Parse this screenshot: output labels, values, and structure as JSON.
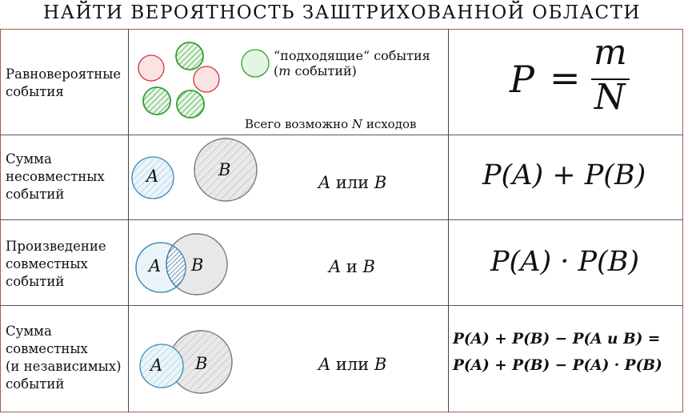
{
  "title": "НАЙТИ ВЕРОЯТНОСТЬ ЗАШТРИХОВАННОЙ ОБЛАСТИ",
  "rows": [
    {
      "label": [
        "Равновероятные",
        "события"
      ],
      "legend_line1": "“подходящие“ события",
      "legend_line2_open": "(",
      "legend_line2_var": "m",
      "legend_line2_rest": " событий)",
      "total_prefix": "Всего возможно ",
      "total_var": "N",
      "total_suffix": " исходов",
      "formula": {
        "lhs": "P",
        "eq": "=",
        "num": "m",
        "den": "N"
      }
    },
    {
      "label": [
        "Сумма",
        "несовместных",
        "событий"
      ],
      "set_a": "A",
      "set_b": "B",
      "event": {
        "a": "A",
        "op": " или ",
        "b": "B"
      },
      "formula": "P(A) + P(B)"
    },
    {
      "label": [
        "Произведение",
        "совместных",
        "событий"
      ],
      "set_a": "A",
      "set_b": "B",
      "event": {
        "a": "A",
        "op": " и ",
        "b": "B"
      },
      "formula": "P(A) · P(B)"
    },
    {
      "label": [
        "Сумма",
        "совместных",
        "(и независимых)",
        "событий"
      ],
      "set_a": "A",
      "set_b": "B",
      "event": {
        "a": "A",
        "op": " или ",
        "b": "B"
      },
      "formula_line1": "P(A) + P(B) − P(A и B) =",
      "formula_line2": "P(A) + P(B) − P(A) · P(B)"
    }
  ],
  "colors": {
    "green": "#2fa02f",
    "red": "#d2323c",
    "blue": "#3a8ab8",
    "gray": "#777777"
  }
}
